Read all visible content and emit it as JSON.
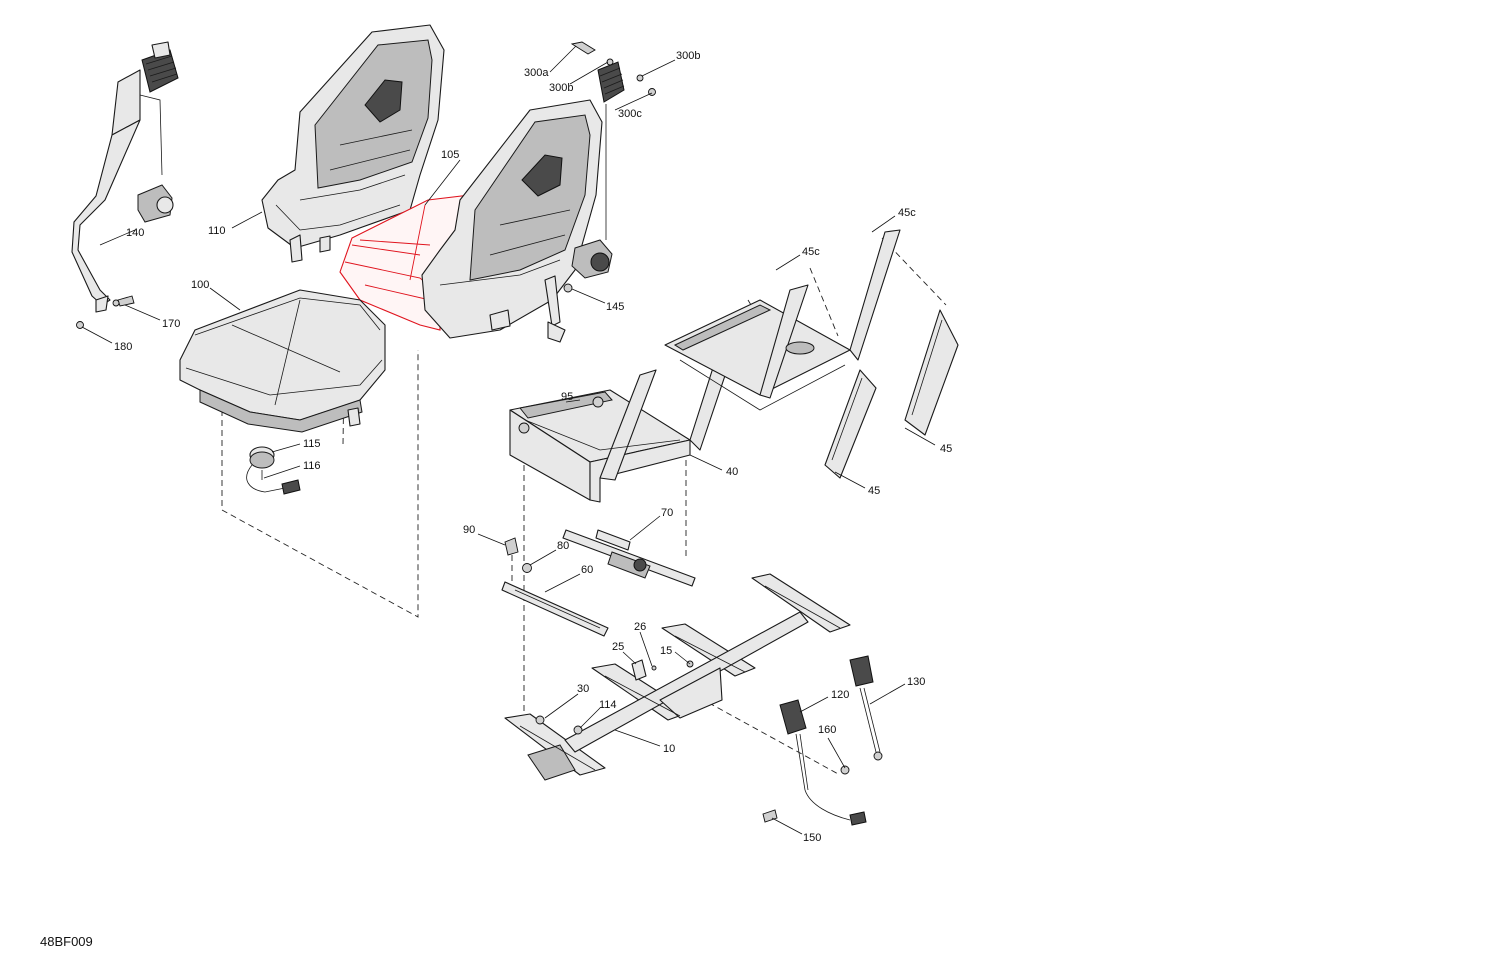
{
  "diagram": {
    "reference_code": "48BF009",
    "highlight_color": "#e0141e",
    "callouts": [
      {
        "id": "c10",
        "label": "10"
      },
      {
        "id": "c15",
        "label": "15"
      },
      {
        "id": "c25",
        "label": "25"
      },
      {
        "id": "c26",
        "label": "26"
      },
      {
        "id": "c30",
        "label": "30"
      },
      {
        "id": "c40",
        "label": "40"
      },
      {
        "id": "c45a",
        "label": "45"
      },
      {
        "id": "c45b",
        "label": "45"
      },
      {
        "id": "c45c1",
        "label": "45c"
      },
      {
        "id": "c45c2",
        "label": "45c"
      },
      {
        "id": "c60",
        "label": "60"
      },
      {
        "id": "c70",
        "label": "70"
      },
      {
        "id": "c80",
        "label": "80"
      },
      {
        "id": "c90",
        "label": "90"
      },
      {
        "id": "c95",
        "label": "95"
      },
      {
        "id": "c100",
        "label": "100"
      },
      {
        "id": "c105",
        "label": "105"
      },
      {
        "id": "c110",
        "label": "110"
      },
      {
        "id": "c114",
        "label": "114"
      },
      {
        "id": "c115",
        "label": "115"
      },
      {
        "id": "c116",
        "label": "116"
      },
      {
        "id": "c120",
        "label": "120"
      },
      {
        "id": "c130",
        "label": "130"
      },
      {
        "id": "c140",
        "label": "140"
      },
      {
        "id": "c145",
        "label": "145"
      },
      {
        "id": "c150",
        "label": "150"
      },
      {
        "id": "c160",
        "label": "160"
      },
      {
        "id": "c170",
        "label": "170"
      },
      {
        "id": "c180",
        "label": "180"
      },
      {
        "id": "c300a",
        "label": "300a"
      },
      {
        "id": "c300b1",
        "label": "300b"
      },
      {
        "id": "c300b2",
        "label": "300b"
      },
      {
        "id": "c300c",
        "label": "300c"
      }
    ]
  }
}
